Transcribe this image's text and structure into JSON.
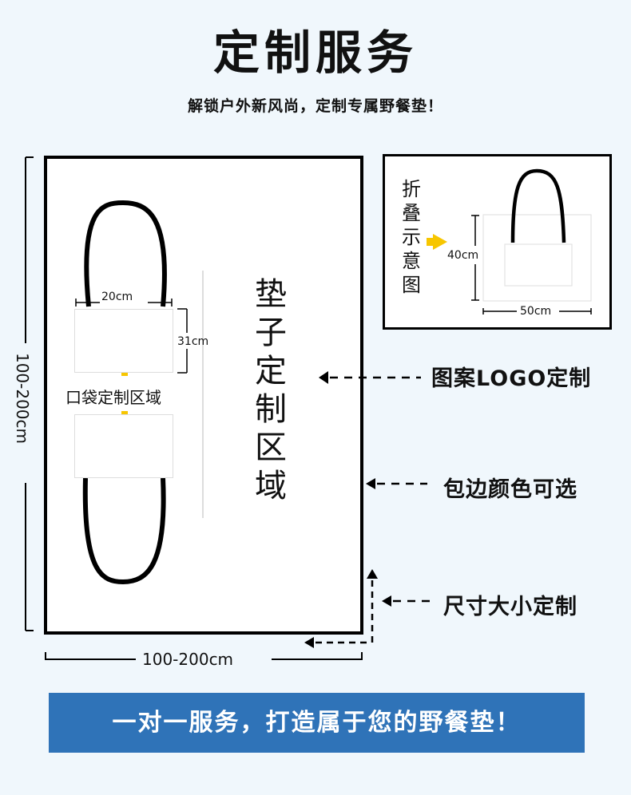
{
  "title": "定制服务",
  "subtitle": "解锁户外新风尚，定制专属野餐垫！",
  "mat": {
    "pocket_width": "20cm",
    "pocket_height": "31cm",
    "pocket_area_label": "口袋定制区域",
    "custom_area_label": "垫子定制区域",
    "width_dim": "100-200cm",
    "height_dim": "100-200cm"
  },
  "fold": {
    "label": "折叠示意图",
    "height": "40cm",
    "width": "50cm"
  },
  "features": {
    "logo": "图案LOGO定制",
    "border": "包边颜色可选",
    "size": "尺寸大小定制"
  },
  "banner": "一对一服务，打造属于您的野餐垫！",
  "colors": {
    "background": "#f0f7fc",
    "banner": "#2f73b8",
    "arrow_yellow": "#f7c600"
  }
}
